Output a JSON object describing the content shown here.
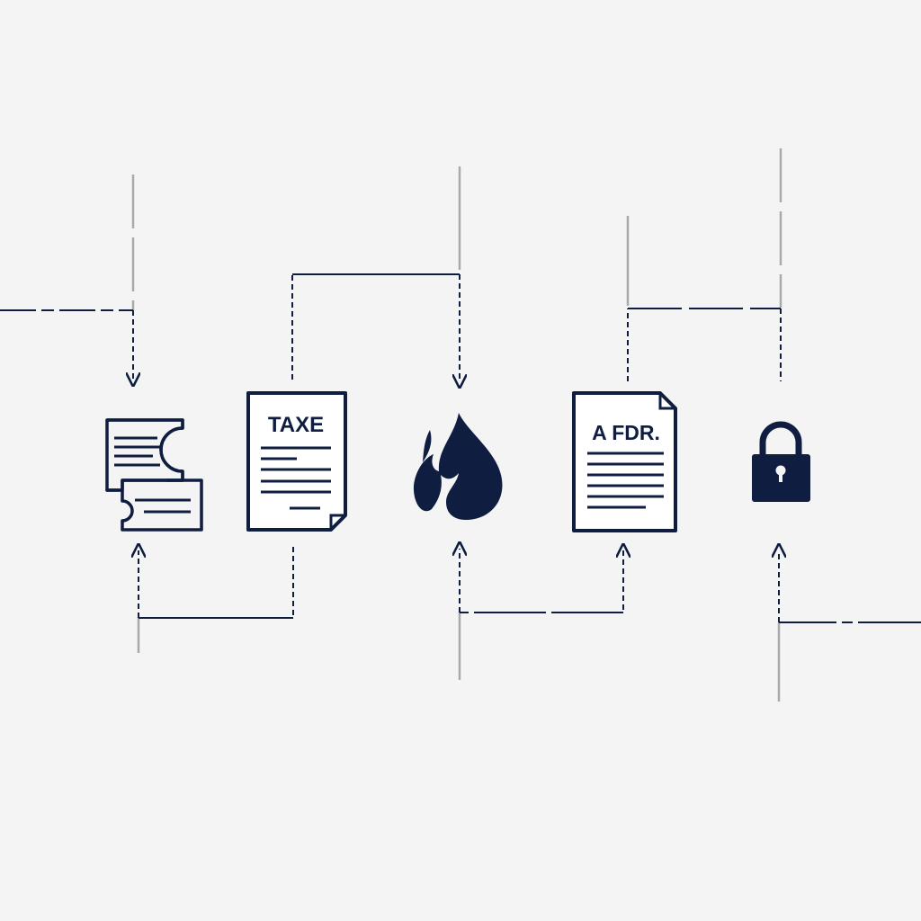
{
  "colors": {
    "background": "#f4f4f5",
    "ink": "#0f1d40",
    "guide": "#a9a9ab"
  },
  "nodes": [
    {
      "id": "tickets",
      "icon": "tickets-icon",
      "label": ""
    },
    {
      "id": "tax-doc",
      "icon": "document-icon",
      "label": "TAXE"
    },
    {
      "id": "flame",
      "icon": "flame-icon",
      "label": ""
    },
    {
      "id": "fdr-doc",
      "icon": "document-icon",
      "label": "A FDR."
    },
    {
      "id": "lock",
      "icon": "padlock-icon",
      "label": ""
    }
  ],
  "connections": [
    {
      "from": "left-edge",
      "to": "tickets"
    },
    {
      "from": "tax-doc",
      "to": "flame"
    },
    {
      "from": "tax-doc",
      "to": "tickets"
    },
    {
      "from": "fdr-doc",
      "to": "flame"
    },
    {
      "from": "fdr-doc",
      "to": "lock"
    },
    {
      "from": "right-edge",
      "to": "lock"
    }
  ]
}
